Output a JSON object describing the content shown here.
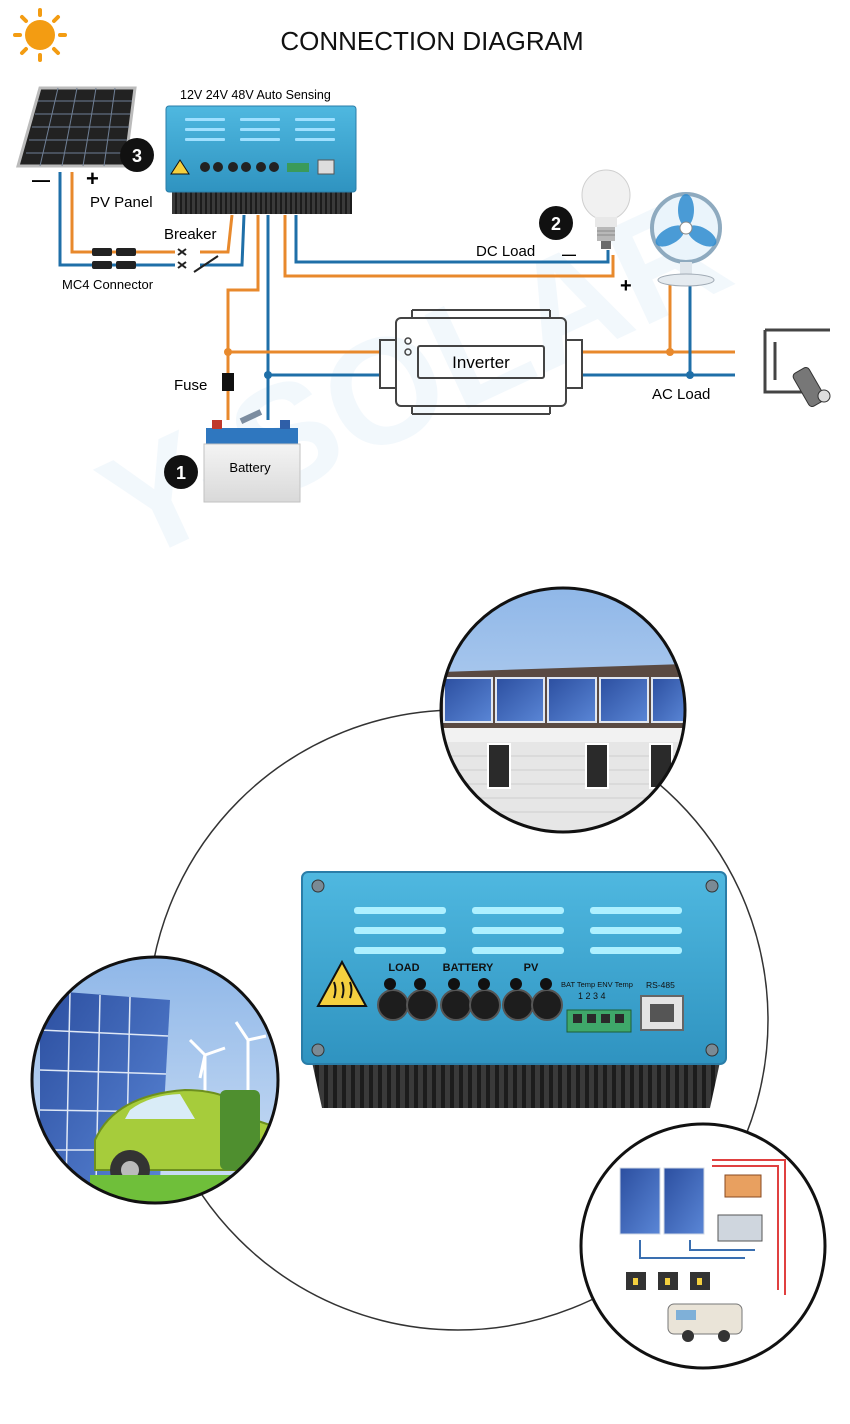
{
  "title": "CONNECTION DIAGRAM",
  "watermark": "Y-SOLAR",
  "controller": {
    "caption": "12V 24V 48V Auto Sensing",
    "port_labels": [
      "LOAD",
      "BATTERY",
      "PV"
    ],
    "sensor_label": "BAT Temp  ENV Temp",
    "sensor_pins": "1 2  3 4",
    "comm_label": "RS-485"
  },
  "labels": {
    "pv_panel": "PV Panel",
    "breaker": "Breaker",
    "mc4": "MC4 Connector",
    "dc_load": "DC Load",
    "ac_load": "AC Load",
    "inverter": "Inverter",
    "fuse": "Fuse",
    "battery": "Battery",
    "minus": "—",
    "plus": "+"
  },
  "steps": {
    "battery": "1",
    "dc_load": "2",
    "pv_panel": "3"
  },
  "colors": {
    "positive_wire": "#e8892c",
    "negative_wire": "#1f6fa8",
    "controller_body": "#39a7d3",
    "heatsink": "#2a2a2a",
    "sun": "#f39c12"
  },
  "icons": [
    "sun-icon",
    "solar-panel-icon",
    "bulb-icon",
    "fan-icon",
    "tv-icon",
    "remote-icon",
    "warning-heat-icon",
    "battery-icon"
  ]
}
